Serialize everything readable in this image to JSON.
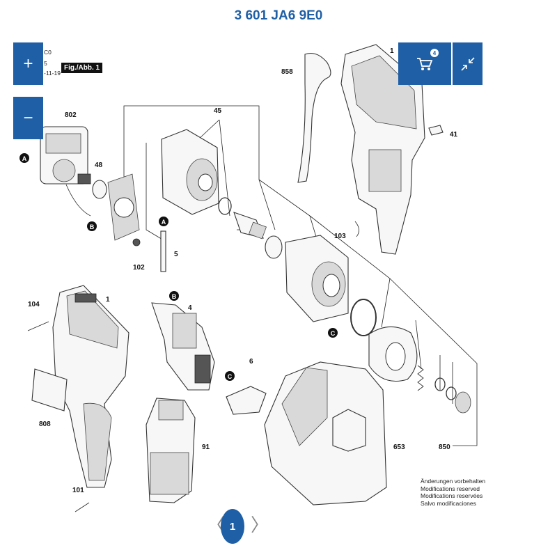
{
  "header": {
    "title": "3 601 JA6 9E0"
  },
  "figure": {
    "label": "Fig./Abb. 1",
    "code_lines": [
      "C0",
      "5",
      "-11-19"
    ]
  },
  "toolbar": {
    "zoom_in_symbol": "+",
    "zoom_out_symbol": "−",
    "cart_count": "4"
  },
  "parts": {
    "p1_housing": "1",
    "p1_shell": "1",
    "p4": "4",
    "p5": "5",
    "p6": "6",
    "p41": "41",
    "p45": "45",
    "p48": "48",
    "p91": "91",
    "p101": "101",
    "p102": "102",
    "p103": "103",
    "p104": "104",
    "p653": "653",
    "p802": "802",
    "p808": "808",
    "p850": "850",
    "p858": "858"
  },
  "markers": {
    "a": "A",
    "b": "B",
    "c": "C"
  },
  "notice": {
    "lines": [
      "Änderungen vorbehalten",
      "Modifications reserved",
      "Modifications reservées",
      "Salvo modificaciones"
    ]
  },
  "pager": {
    "current": "1",
    "prev_symbol": "〈",
    "next_symbol": "〉"
  }
}
